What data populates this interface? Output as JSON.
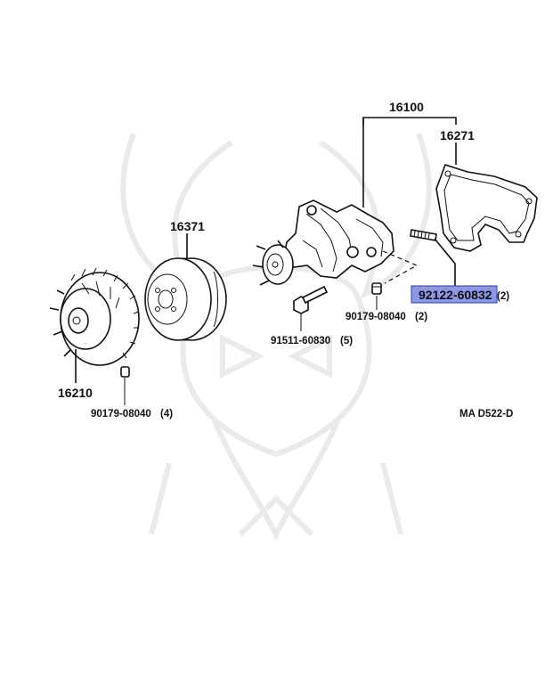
{
  "diagram": {
    "parts": [
      {
        "key": "water_pump_assy",
        "number": "16100"
      },
      {
        "key": "gasket",
        "number": "16271"
      },
      {
        "key": "pulley",
        "number": "16371"
      },
      {
        "key": "fan_coupling",
        "number": "16210"
      }
    ],
    "fasteners": {
      "stud_bolt": {
        "number": "92122-60832",
        "qty": "(2)",
        "highlighted": true
      },
      "pump_nut": {
        "number": "90179-08040",
        "qty": "(2)"
      },
      "pump_bolt": {
        "number": "91511-60830",
        "qty": "(5)"
      },
      "fan_nut": {
        "number": "90179-08040",
        "qty": "(4)"
      }
    },
    "diagram_code": "MA  D522-D",
    "highlight_color": "#8e96e6"
  }
}
